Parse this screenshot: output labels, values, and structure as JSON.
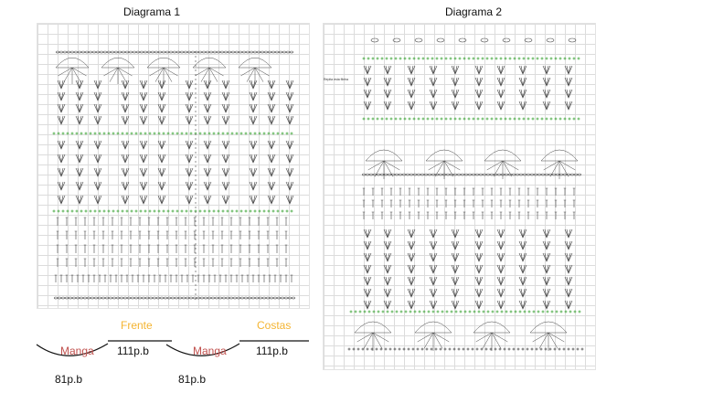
{
  "diagram1": {
    "title": "Diagrama 1"
  },
  "diagram2": {
    "title": "Diagrama 2",
    "side_note": "Repita esta fileira"
  },
  "layout_labels": {
    "front": "Frente",
    "back": "Costas",
    "sleeve_left": "Manga",
    "sleeve_right": "Manga",
    "front_count": "111p.b",
    "back_count": "111p.b",
    "sleeve_count_left": "81p.b",
    "sleeve_count_right": "81p.b"
  },
  "colors": {
    "green_row": "#33a02c",
    "symbol": "#444444",
    "grid": "#dcdcdc",
    "front_back_label": "#f4b431",
    "sleeve_label": "#c0504d"
  }
}
